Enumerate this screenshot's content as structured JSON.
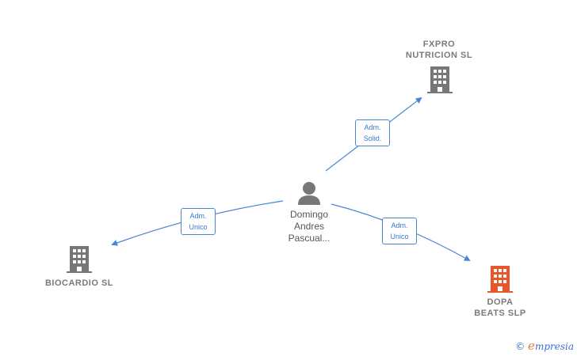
{
  "nodes": {
    "fxpro": {
      "label": "FXPRO\nNUTRICION  SL",
      "color": "#777777"
    },
    "biocardio": {
      "label": "BIOCARDIO  SL",
      "color": "#777777"
    },
    "dopa": {
      "label": "DOPA\nBEATS  SLP",
      "color": "#e8562a"
    },
    "person": {
      "label": "Domingo\nAndres\nPascual..."
    }
  },
  "edges": {
    "fxpro": {
      "line1": "Adm.",
      "line2": "Solid."
    },
    "biocardio": {
      "line1": "Adm.",
      "line2": "Unico"
    },
    "dopa": {
      "line1": "Adm.",
      "line2": "Unico"
    }
  },
  "watermark": {
    "symbol": "©",
    "brand_initial": "e",
    "brand_rest": "mpresia"
  },
  "colors": {
    "edge": "#4a86d8",
    "building": "#777777",
    "highlight": "#e8562a"
  }
}
